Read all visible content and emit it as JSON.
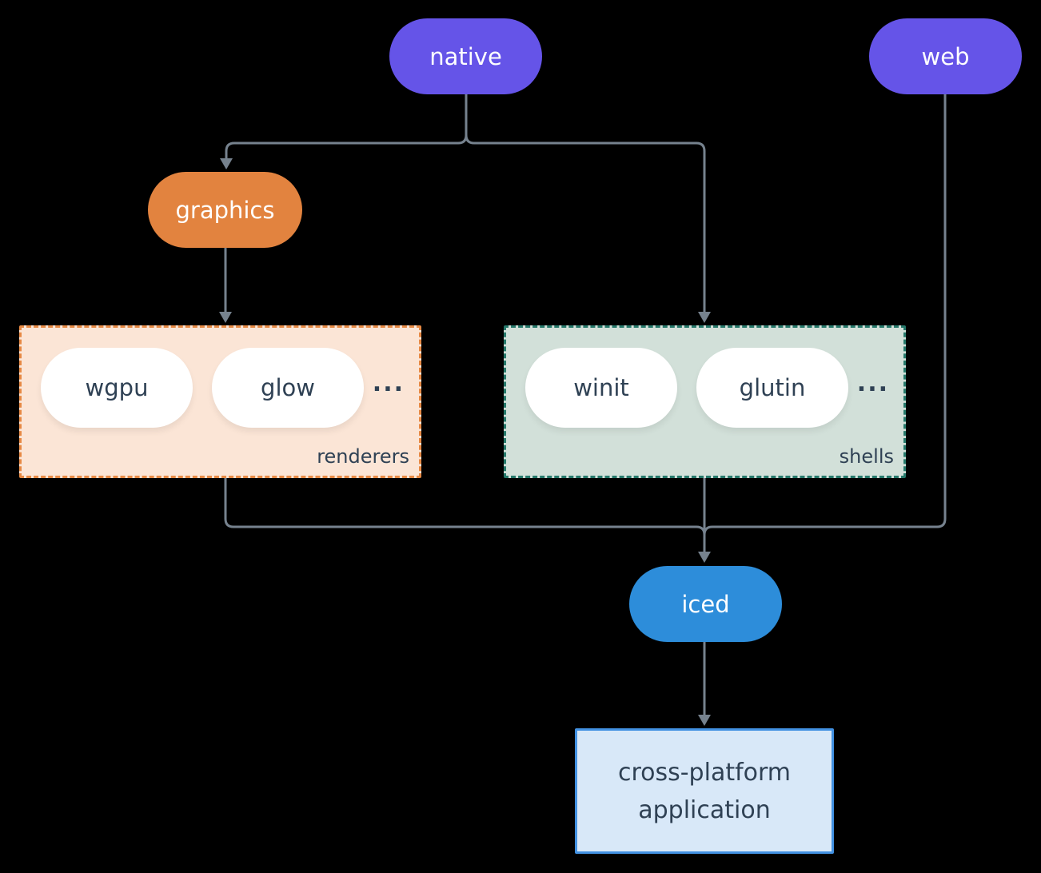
{
  "diagram": {
    "background_color": "#000000",
    "connector_color": "#76828e",
    "nodes": {
      "native": {
        "label": "native",
        "color": "#6554e8",
        "text_color": "#ffffff"
      },
      "web": {
        "label": "web",
        "color": "#6554e8",
        "text_color": "#ffffff"
      },
      "graphics": {
        "label": "graphics",
        "color": "#e2833f",
        "text_color": "#ffffff"
      },
      "iced": {
        "label": "iced",
        "color": "#2d8dda",
        "text_color": "#ffffff"
      },
      "application": {
        "label": "cross-platform application",
        "fill_color": "#d8e8f8",
        "border_color": "#4291e2",
        "text_color": "#2f4154"
      }
    },
    "groups": {
      "renderers": {
        "label": "renderers",
        "fill_color": "#fbe5d6",
        "border_color": "#e78a45",
        "items": [
          {
            "label": "wgpu"
          },
          {
            "label": "glow"
          }
        ],
        "ellipsis": "..."
      },
      "shells": {
        "label": "shells",
        "fill_color": "#d2e0d9",
        "border_color": "#26796b",
        "items": [
          {
            "label": "winit"
          },
          {
            "label": "glutin"
          }
        ],
        "ellipsis": "..."
      }
    },
    "edges": [
      {
        "from": "native",
        "to": "graphics"
      },
      {
        "from": "native",
        "to": "shells"
      },
      {
        "from": "graphics",
        "to": "renderers"
      },
      {
        "from": "renderers",
        "to": "iced"
      },
      {
        "from": "shells",
        "to": "iced"
      },
      {
        "from": "web",
        "to": "iced"
      },
      {
        "from": "iced",
        "to": "application"
      }
    ]
  }
}
